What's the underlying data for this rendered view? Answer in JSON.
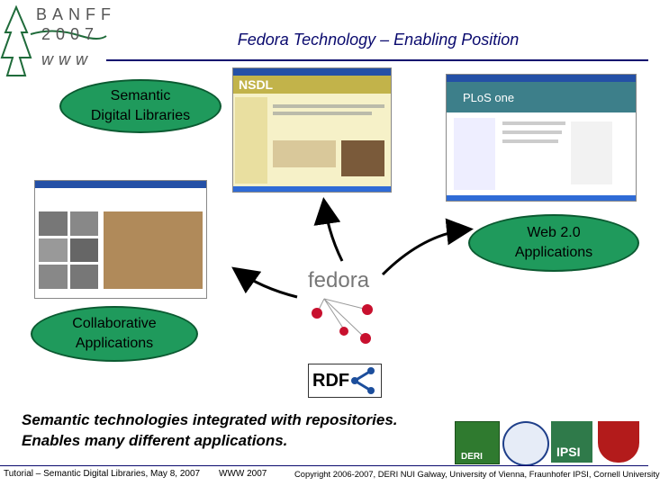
{
  "logo": {
    "line1": "BANFF",
    "line2": "2007",
    "line3": "www"
  },
  "slide_title": "Fedora Technology – Enabling Position",
  "ovals": {
    "semantic": "Semantic\nDigital Libraries",
    "web20": "Web 2.0\nApplications",
    "collab": "Collaborative\nApplications"
  },
  "center": {
    "fedora": "fedora",
    "rdf": "RDF"
  },
  "screens": {
    "nsdl_logo": "NSDL",
    "plos_logo": "PLoS one"
  },
  "caption": {
    "line1": "Semantic technologies integrated with repositories.",
    "line2": "Enables many different applications."
  },
  "partner_logos": {
    "deri": "DERI",
    "ipsi": "IPSI"
  },
  "footer": {
    "left": "Tutorial – Semantic Digital Libraries, May 8, 2007",
    "middle": "WWW 2007",
    "right": "Copyright 2006-2007, DERI NUI Galway, University of Vienna, Fraunhofer IPSI, Cornell University"
  },
  "colors": {
    "title": "#0a0a6e",
    "oval": "#1f9a5c",
    "dot": "#c8102e",
    "rule": "#0a0a6e"
  }
}
